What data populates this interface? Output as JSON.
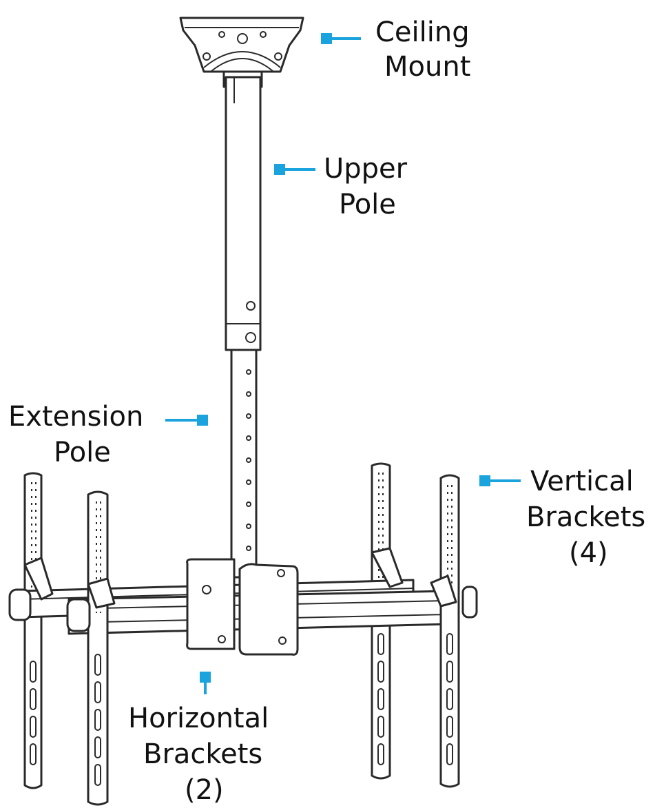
{
  "colors": {
    "callout": "#1aa3dc",
    "line": "#2a2a2a",
    "text": "#111111"
  },
  "labels": {
    "ceiling_mount": [
      "Ceiling",
      "Mount"
    ],
    "upper_pole": [
      "Upper",
      "Pole"
    ],
    "extension_pole": [
      "Extension",
      "Pole"
    ],
    "vertical_brackets": [
      "Vertical",
      "Brackets",
      "(4)"
    ],
    "horizontal_brackets": [
      "Horizontal",
      "Brackets",
      "(2)"
    ]
  }
}
